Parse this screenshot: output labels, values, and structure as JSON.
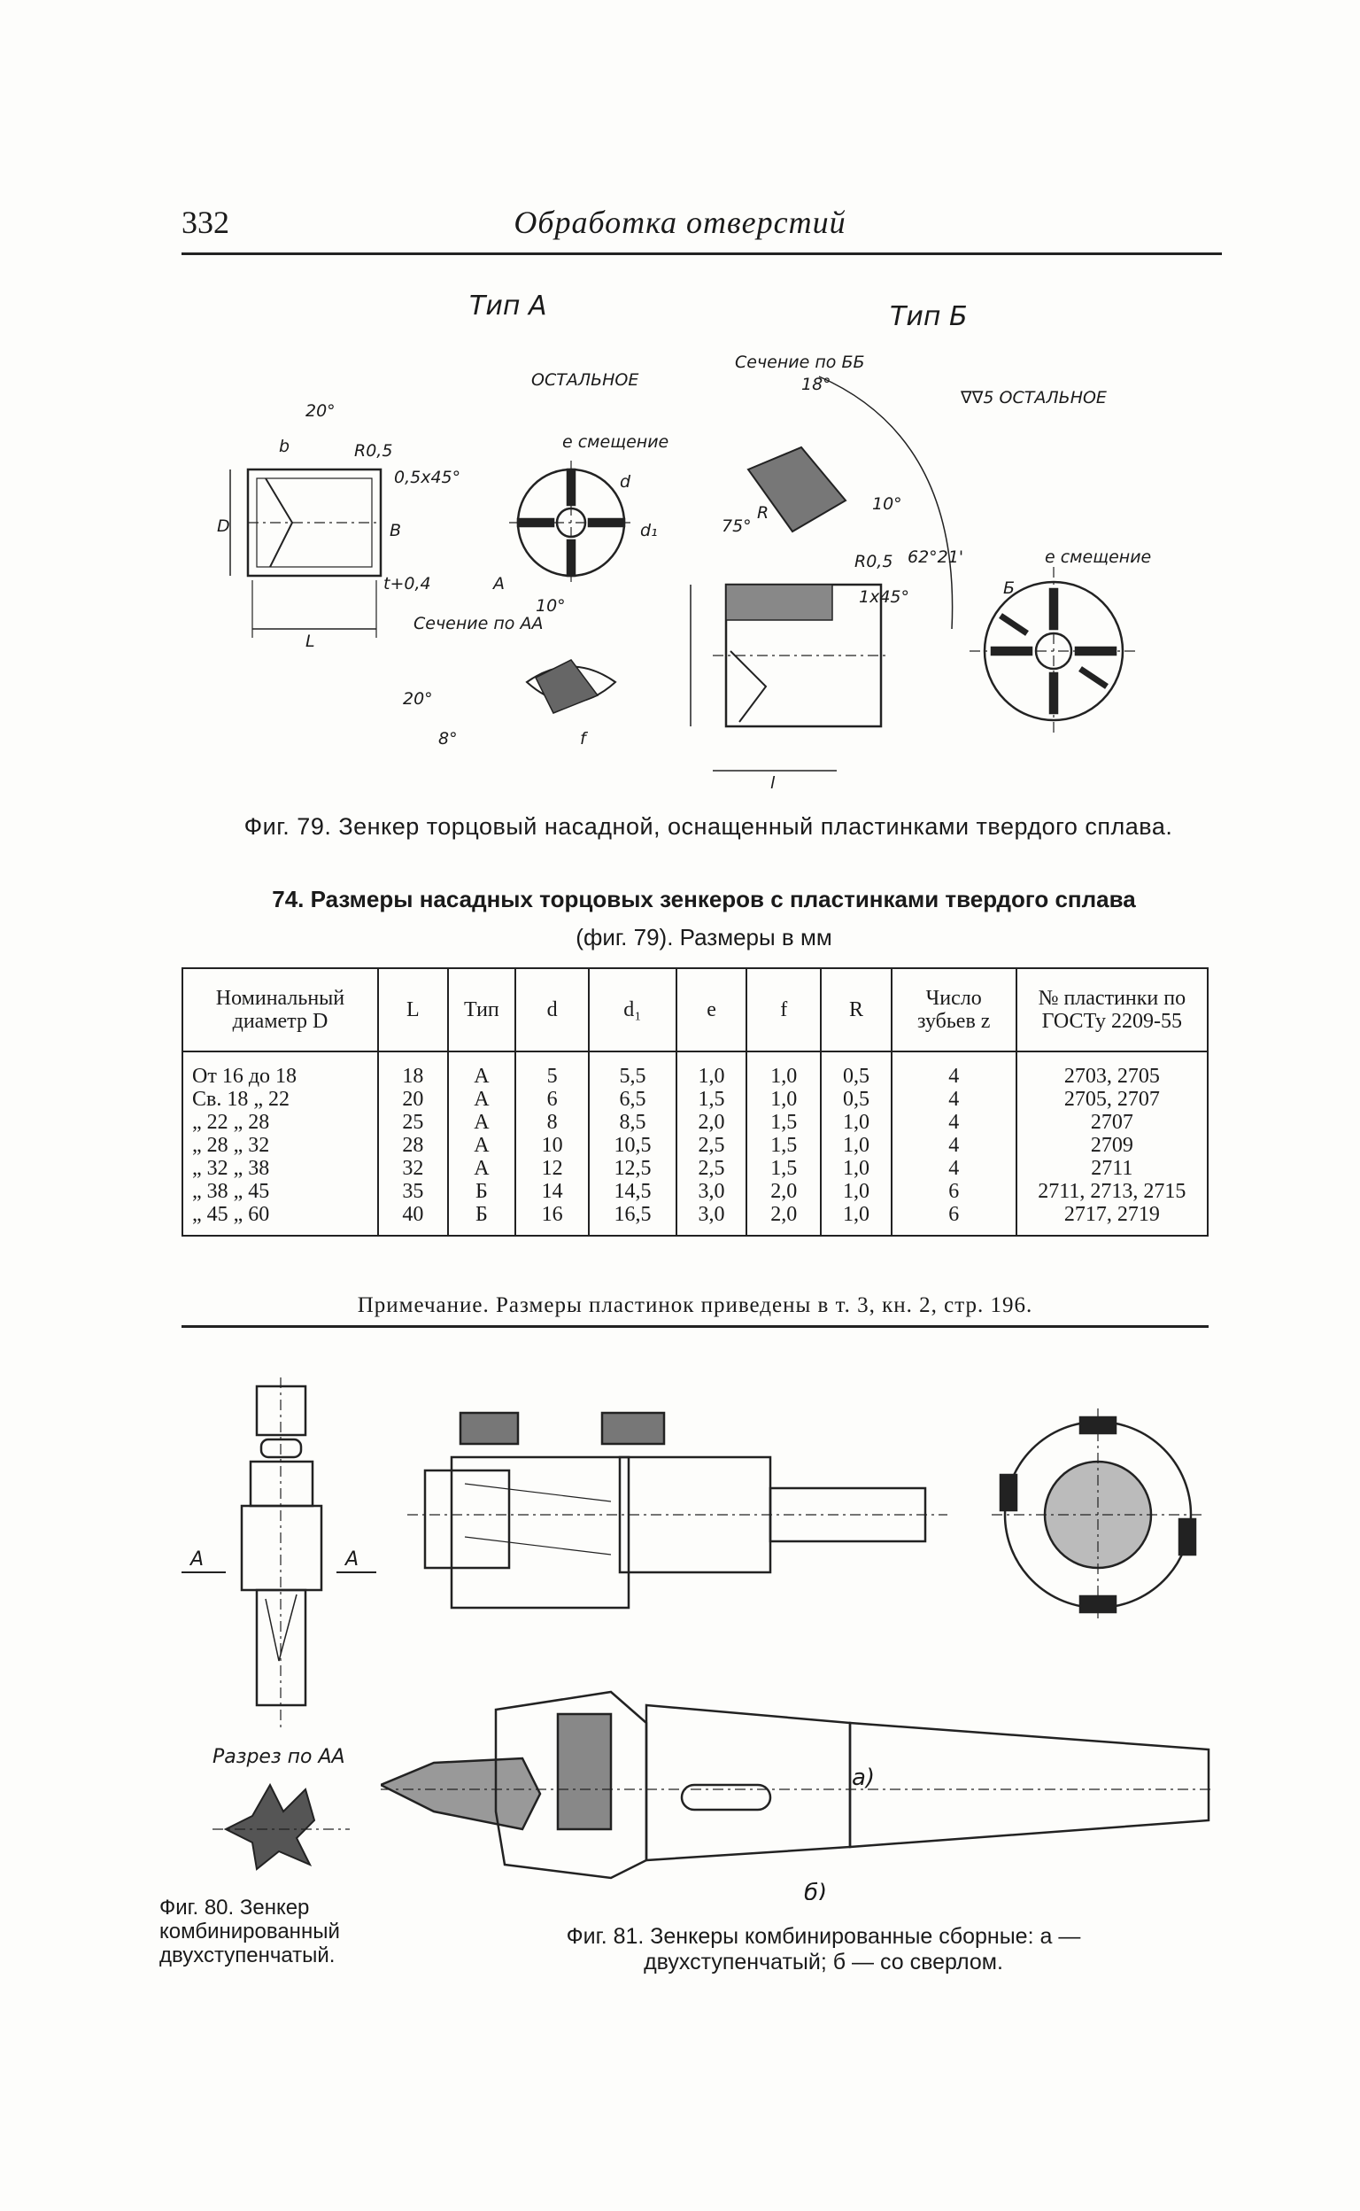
{
  "header": {
    "page_number": "332",
    "title": "Обработка отверстий"
  },
  "fig79": {
    "type_a": "Тип А",
    "type_b": "Тип Б",
    "rest_a": "ОСТАЛЬНОЕ",
    "rest_b": "∇∇5 ОСТАЛЬНОЕ",
    "section_bb": "Сечение по ББ",
    "section_aa": "Сечение по АА",
    "offset_a": "e смещение",
    "offset_b": "e смещение",
    "dim_labels": [
      "20°",
      "R0,5",
      "0,5x45°",
      "b",
      "D",
      "B",
      "L",
      "t+0,4",
      "d",
      "d₁",
      "A",
      "10°",
      "20°",
      "8°",
      "f",
      "75°",
      "R",
      "18°",
      "10°",
      "62°21'",
      "R0,5",
      "1x45°",
      "l",
      "Б"
    ],
    "caption": "Фиг. 79. Зенкер торцовый насадной, оснащенный пластинками твердого сплава."
  },
  "table": {
    "title": "74. Размеры насадных торцовых зенкеров с пластинками твердого сплава",
    "subtitle": "(фиг. 79). Размеры в мм",
    "headers": [
      "Номинальный диаметр D",
      "L",
      "Тип",
      "d",
      "d₁",
      "e",
      "f",
      "R",
      "Число зубьев z",
      "№ пластинки по ГОСТу 2209-55"
    ],
    "rows": [
      [
        "От 16 до 18",
        "18",
        "А",
        "5",
        "5,5",
        "1,0",
        "1,0",
        "0,5",
        "4",
        "2703, 2705"
      ],
      [
        "Св. 18 „ 22",
        "20",
        "А",
        "6",
        "6,5",
        "1,5",
        "1,0",
        "0,5",
        "4",
        "2705, 2707"
      ],
      [
        "„ 22 „ 28",
        "25",
        "А",
        "8",
        "8,5",
        "2,0",
        "1,5",
        "1,0",
        "4",
        "2707"
      ],
      [
        "„ 28 „ 32",
        "28",
        "А",
        "10",
        "10,5",
        "2,5",
        "1,5",
        "1,0",
        "4",
        "2709"
      ],
      [
        "„ 32 „ 38",
        "32",
        "А",
        "12",
        "12,5",
        "2,5",
        "1,5",
        "1,0",
        "4",
        "2711"
      ],
      [
        "„ 38 „ 45",
        "35",
        "Б",
        "14",
        "14,5",
        "3,0",
        "2,0",
        "1,0",
        "6",
        "2711, 2713, 2715"
      ],
      [
        "„ 45 „ 60",
        "40",
        "Б",
        "16",
        "16,5",
        "3,0",
        "2,0",
        "1,0",
        "6",
        "2717, 2719"
      ]
    ],
    "note": "Примечание. Размеры пластинок приведены в т. 3, кн. 2, стр. 196."
  },
  "fig80": {
    "section_aa": "Разрез по АА",
    "label_a": "А",
    "caption": "Фиг. 80. Зенкер комбинированный двухступенчатый."
  },
  "fig81": {
    "label_a": "а)",
    "label_b": "б)",
    "caption": "Фиг. 81. Зенкеры комбинированные сборные: а — двухступенчатый; б — со сверлом."
  }
}
